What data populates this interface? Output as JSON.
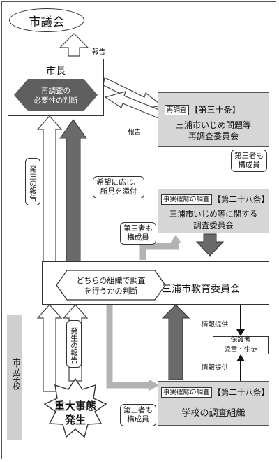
{
  "city_council": "市議会",
  "report_to_council": "報告",
  "mayor": {
    "title": "市長",
    "judgment_line1": "再調査の",
    "judgment_line2": "必要性の判断"
  },
  "report_back": "報告",
  "reinvestigation_committee": {
    "tag": "再調査",
    "article": "【第三十条】",
    "line1": "三浦市いじめ問題等",
    "line2": "再調査委員会"
  },
  "third_party_note": {
    "line1": "第三者も",
    "line2": "構成員"
  },
  "occurrence_report": "発生の報告",
  "opinion_note": {
    "line1": "希望に応じ、",
    "line2": "所見を添付"
  },
  "fact_committee": {
    "tag": "事実確認の調査",
    "article": "【第二十八条】",
    "line1": "三浦市いじめ等に関する",
    "line2": "調査委員会"
  },
  "which_org": {
    "line1": "どちらの組織で調査",
    "line2": "を行うかの判断"
  },
  "board_of_education": "三浦市教育委員会",
  "info_provision": "情報提供",
  "guardians": {
    "line1": "保護者",
    "line2": "児童・生徒"
  },
  "city_school": "市立学校",
  "serious_incident": {
    "line1": "重大事態",
    "line2": "発生"
  },
  "school_org": {
    "tag": "事実確認の調査",
    "article": "【第二十八条】",
    "line1": "学校の調査組織"
  }
}
